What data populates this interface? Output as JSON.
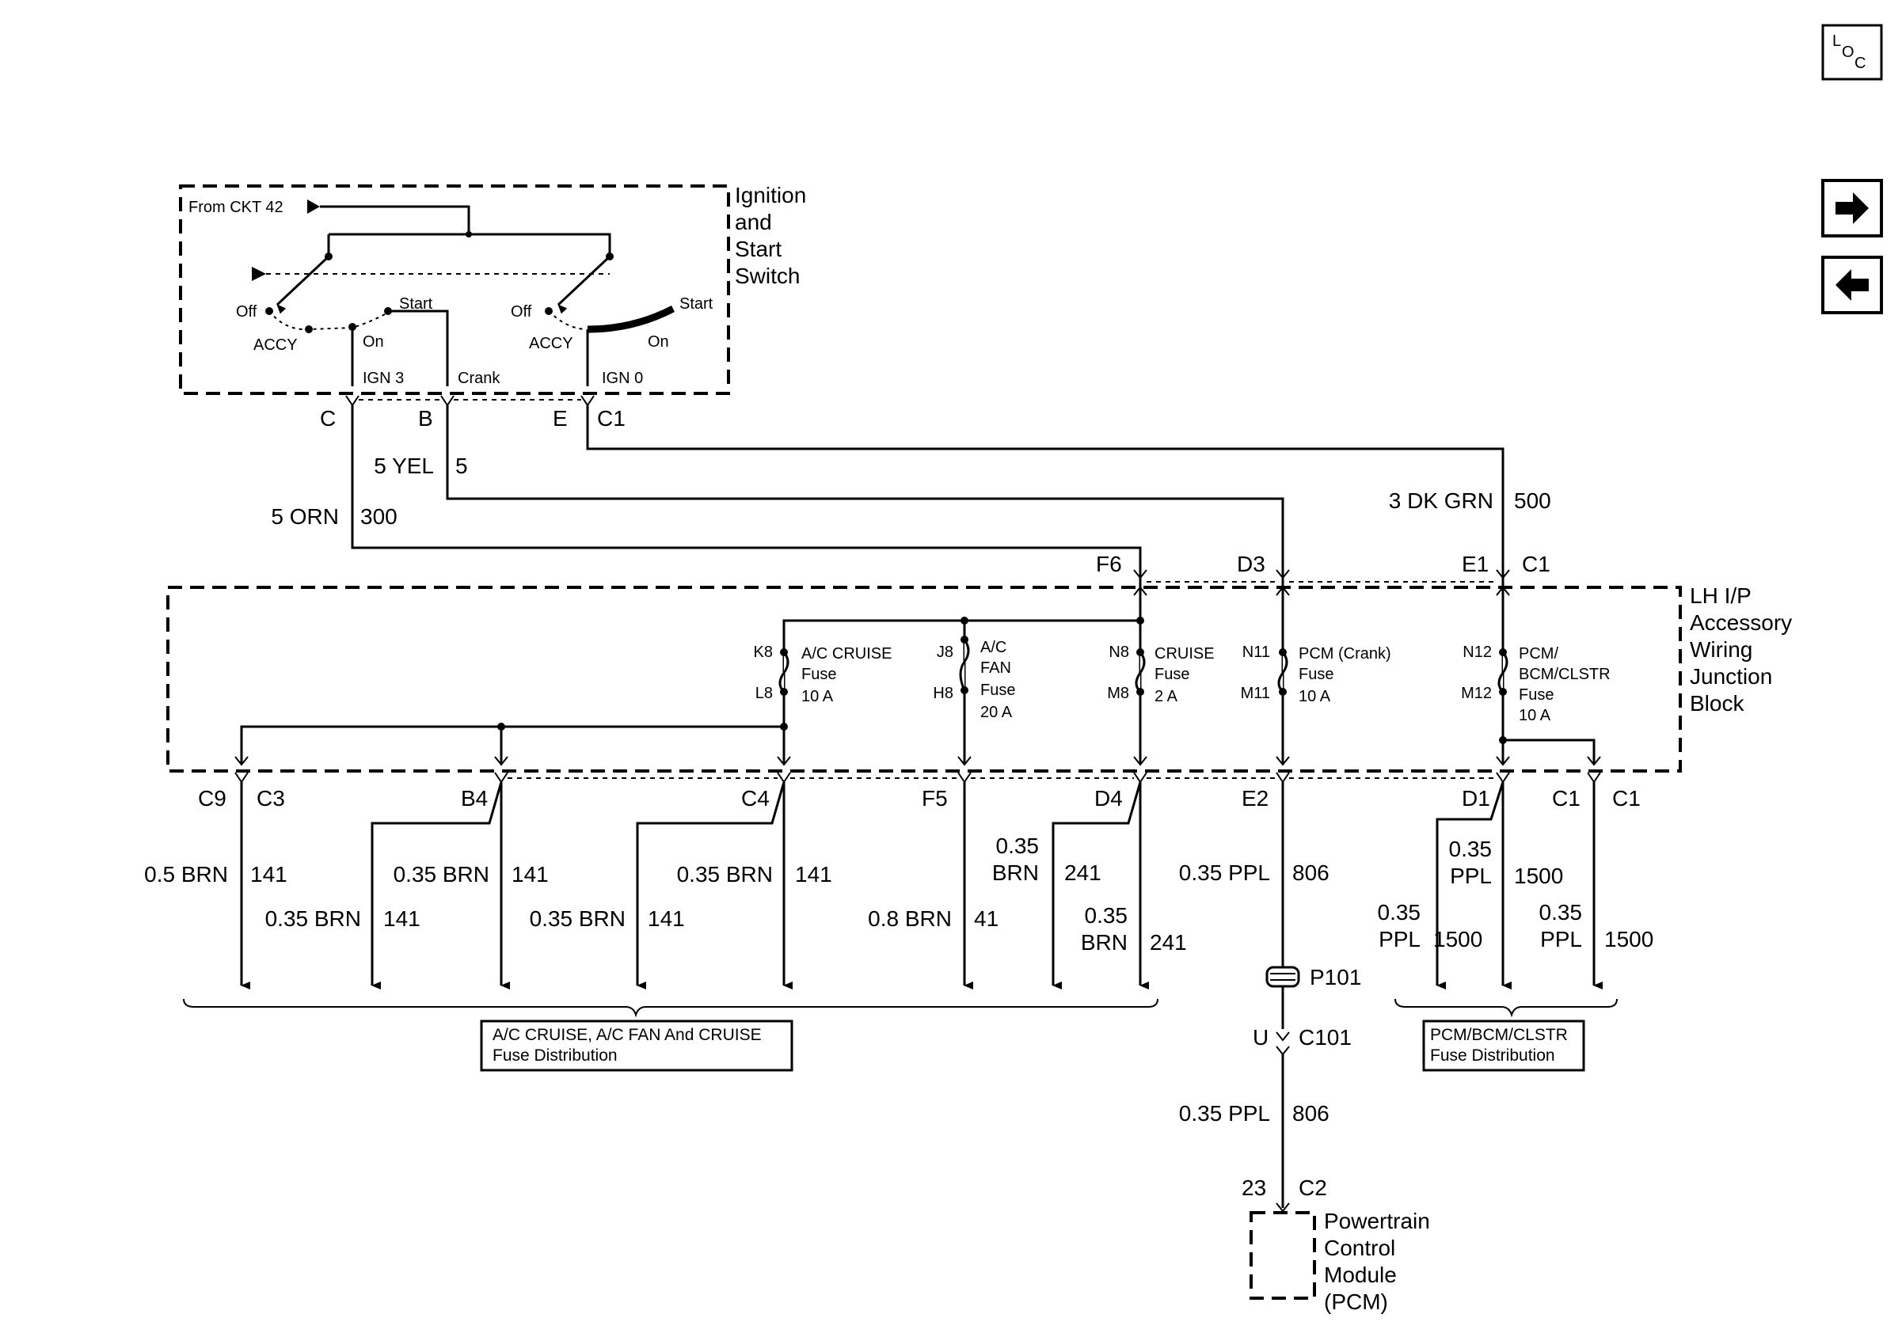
{
  "nav": {
    "loc_icon": "loc-icon",
    "next_icon": "arrow-right-icon",
    "prev_icon": "arrow-left-icon"
  },
  "switch": {
    "title": [
      "Ignition",
      "and",
      "Start",
      "Switch"
    ],
    "from_ckt": "From CKT 42",
    "left": {
      "off": "Off",
      "accy": "ACCY",
      "on": "On",
      "start": "Start"
    },
    "right": {
      "off": "Off",
      "accy": "ACCY",
      "on": "On",
      "start": "Start"
    },
    "out": {
      "ign3": "IGN 3",
      "crank": "Crank",
      "ign0": "IGN 0"
    },
    "pins": {
      "c": "C",
      "b": "B",
      "e": "E",
      "conn": "C1"
    }
  },
  "upper_wires": [
    {
      "size": "5 ORN",
      "circuit": "300"
    },
    {
      "size": "5 YEL",
      "circuit": "5"
    },
    {
      "size": "3 DK GRN",
      "circuit": "500"
    }
  ],
  "jb": {
    "title": [
      "LH I/P",
      "Accessory",
      "Wiring",
      "Junction",
      "Block"
    ],
    "in_pins": {
      "f6": "F6",
      "d3": "D3",
      "e1": "E1",
      "c1": "C1"
    },
    "fuses": [
      {
        "top": "K8",
        "bottom": "L8",
        "name": [
          "A/C CRUISE",
          "Fuse",
          "10 A"
        ]
      },
      {
        "top": "J8",
        "bottom": "H8",
        "name": [
          "A/C",
          "FAN",
          "Fuse",
          "20 A"
        ]
      },
      {
        "top": "N8",
        "bottom": "M8",
        "name": [
          "CRUISE",
          "Fuse",
          "2 A"
        ]
      },
      {
        "top": "N11",
        "bottom": "M11",
        "name": [
          "PCM (Crank)",
          "Fuse",
          "10 A"
        ]
      },
      {
        "top": "N12",
        "bottom": "M12",
        "name": [
          "PCM/",
          "BCM/CLSTR",
          "Fuse",
          "10 A"
        ]
      }
    ],
    "out_pins": {
      "c9": "C9",
      "c3": "C3",
      "b4": "B4",
      "c4": "C4",
      "f5": "F5",
      "d4": "D4",
      "e2": "E2",
      "d1": "D1",
      "c1a": "C1",
      "c1b": "C1"
    }
  },
  "lower_wires": [
    {
      "size": "0.5 BRN",
      "circuit": "141"
    },
    {
      "size": "0.35 BRN",
      "circuit": "141"
    },
    {
      "size": "0.35 BRN",
      "circuit": "141"
    },
    {
      "size": "0.35 BRN",
      "circuit": "141"
    },
    {
      "size": "0.35 BRN",
      "circuit": "141"
    },
    {
      "size": "0.8 BRN",
      "circuit": "41"
    },
    {
      "size": [
        "0.35",
        "BRN"
      ],
      "circuit": "241"
    },
    {
      "size": [
        "0.35",
        "BRN"
      ],
      "circuit": "241"
    },
    {
      "size": "0.35 PPL",
      "circuit": "806"
    },
    {
      "size": [
        "0.35",
        "PPL"
      ],
      "circuit": "1500"
    },
    {
      "size": [
        "0.35",
        "PPL"
      ],
      "circuit": "1500"
    },
    {
      "size": [
        "0.35",
        "PPL"
      ],
      "circuit": "1500"
    }
  ],
  "distribution": {
    "left": [
      "A/C CRUISE, A/C FAN And CRUISE",
      "Fuse Distribution"
    ],
    "right": [
      "PCM/BCM/CLSTR",
      "Fuse Distribution"
    ]
  },
  "pcm_path": {
    "splice": "P101",
    "connector_pin": "U",
    "connector": "C101",
    "wire_size": "0.35 PPL",
    "wire_circuit": "806",
    "pcm_pin": "23",
    "pcm_conn": "C2",
    "module": [
      "Powertrain",
      "Control",
      "Module",
      "(PCM)"
    ]
  }
}
